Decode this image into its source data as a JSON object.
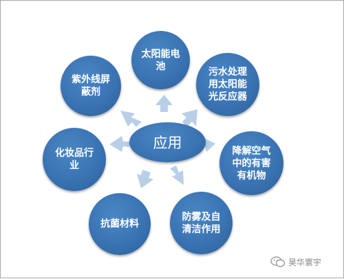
{
  "diagram": {
    "center_label": "应用",
    "nodes": [
      {
        "id": "solar",
        "lines": [
          "太阳能电",
          "池"
        ]
      },
      {
        "id": "wastewater",
        "lines": [
          "污水处理",
          "用太阳能",
          "光反应器"
        ]
      },
      {
        "id": "air",
        "lines": [
          "降解空气",
          "中的有害",
          "有机物"
        ]
      },
      {
        "id": "antifog",
        "lines": [
          "防雾及自",
          "清洁作用"
        ]
      },
      {
        "id": "antibacterial",
        "lines": [
          "抗菌材料"
        ]
      },
      {
        "id": "cosmetics",
        "lines": [
          "化妆品行",
          "业"
        ]
      },
      {
        "id": "uv",
        "lines": [
          "紫外线屏",
          "蔽剂"
        ]
      }
    ]
  },
  "watermark": {
    "text": "昊华寰宇",
    "icon": "wechat-icon"
  },
  "colors": {
    "node_fill": "#3a73b3",
    "arrow_fill": "#b8cfe6",
    "text": "#ffffff"
  }
}
